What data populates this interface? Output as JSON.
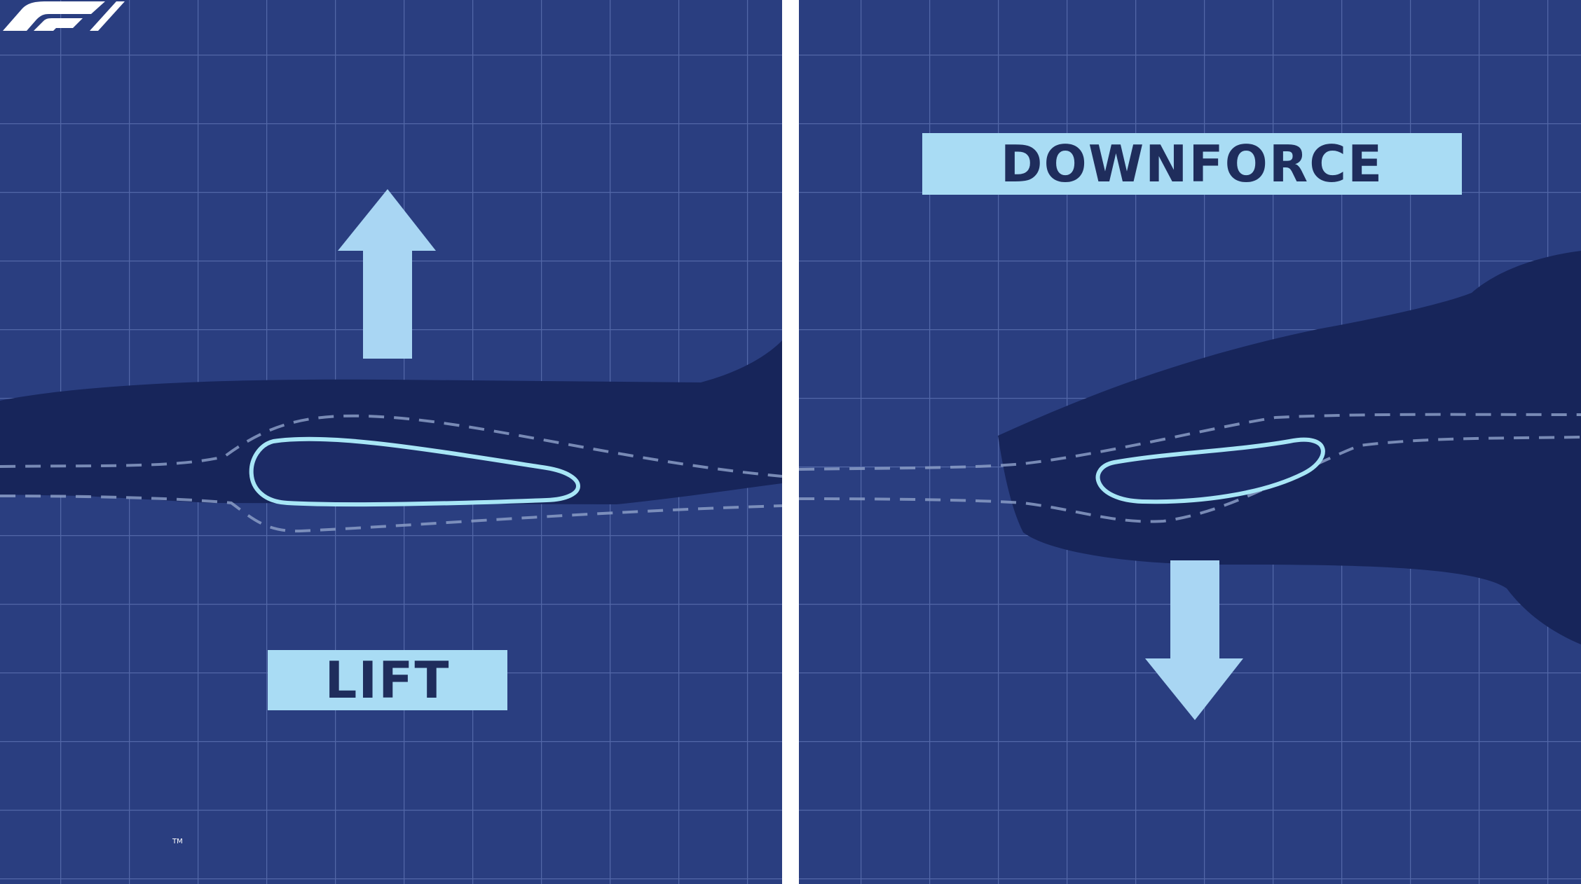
{
  "left_panel": {
    "label": "LIFT",
    "arrow_direction": "up"
  },
  "right_panel": {
    "label": "DOWNFORCE",
    "arrow_direction": "down"
  },
  "logo": {
    "text": "F1",
    "trademark": "TM"
  },
  "colors": {
    "background": "#2a3e80",
    "grid": "#5e74b4",
    "car_body": "#17255a",
    "airfoil_outline": "#a8e6f6",
    "arrow": "#a9d6f3",
    "label_box": "#a9dcf4",
    "label_text": "#1f2d5c",
    "divider": "#ffffff"
  }
}
